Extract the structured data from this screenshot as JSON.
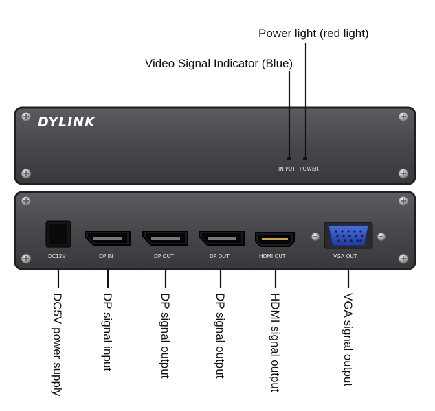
{
  "front_panel": {
    "brand": "DYLINK",
    "led_labels": {
      "input": "IN PUT",
      "power": "POWER"
    },
    "callouts": {
      "power_light": "Power light (red light)",
      "video_signal": "Video Signal Indicator (Blue)"
    }
  },
  "rear_panel": {
    "port_labels": {
      "dc": "DC12V",
      "dp_in": "DP IN",
      "dp_out_1": "DP OUT",
      "dp_out_2": "DP OUT",
      "hdmi_out": "HDMI OUT",
      "vga_out": "VGA OUT"
    },
    "callouts": {
      "dc": "DC5V power supply",
      "dp_in": "DP signal input",
      "dp_out_1": "DP signal output",
      "dp_out_2": "DP signal output",
      "hdmi_out": "HDMI signal output",
      "vga_out": "VGA signal output"
    }
  },
  "colors": {
    "panel": "#4a4c50",
    "panel_edge": "#2a2b2e",
    "vga_connector": "#2f4fb8"
  }
}
